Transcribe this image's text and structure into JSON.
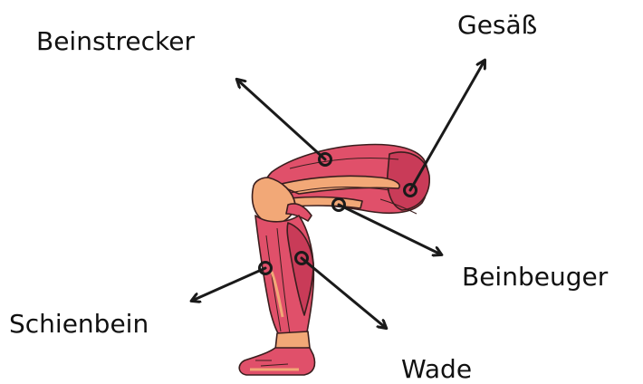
{
  "labels": {
    "quadriceps": "Beinstrecker",
    "glutes": "Gesäß",
    "hamstrings": "Beinbeuger",
    "shin": "Schienbein",
    "calf": "Wade"
  },
  "colors": {
    "muscle": "#e0506a",
    "muscle_dark": "#b8324d",
    "tendon": "#f2a877",
    "outline": "#3a1e1e",
    "arrow": "#1a1a1a",
    "text": "#111111"
  }
}
